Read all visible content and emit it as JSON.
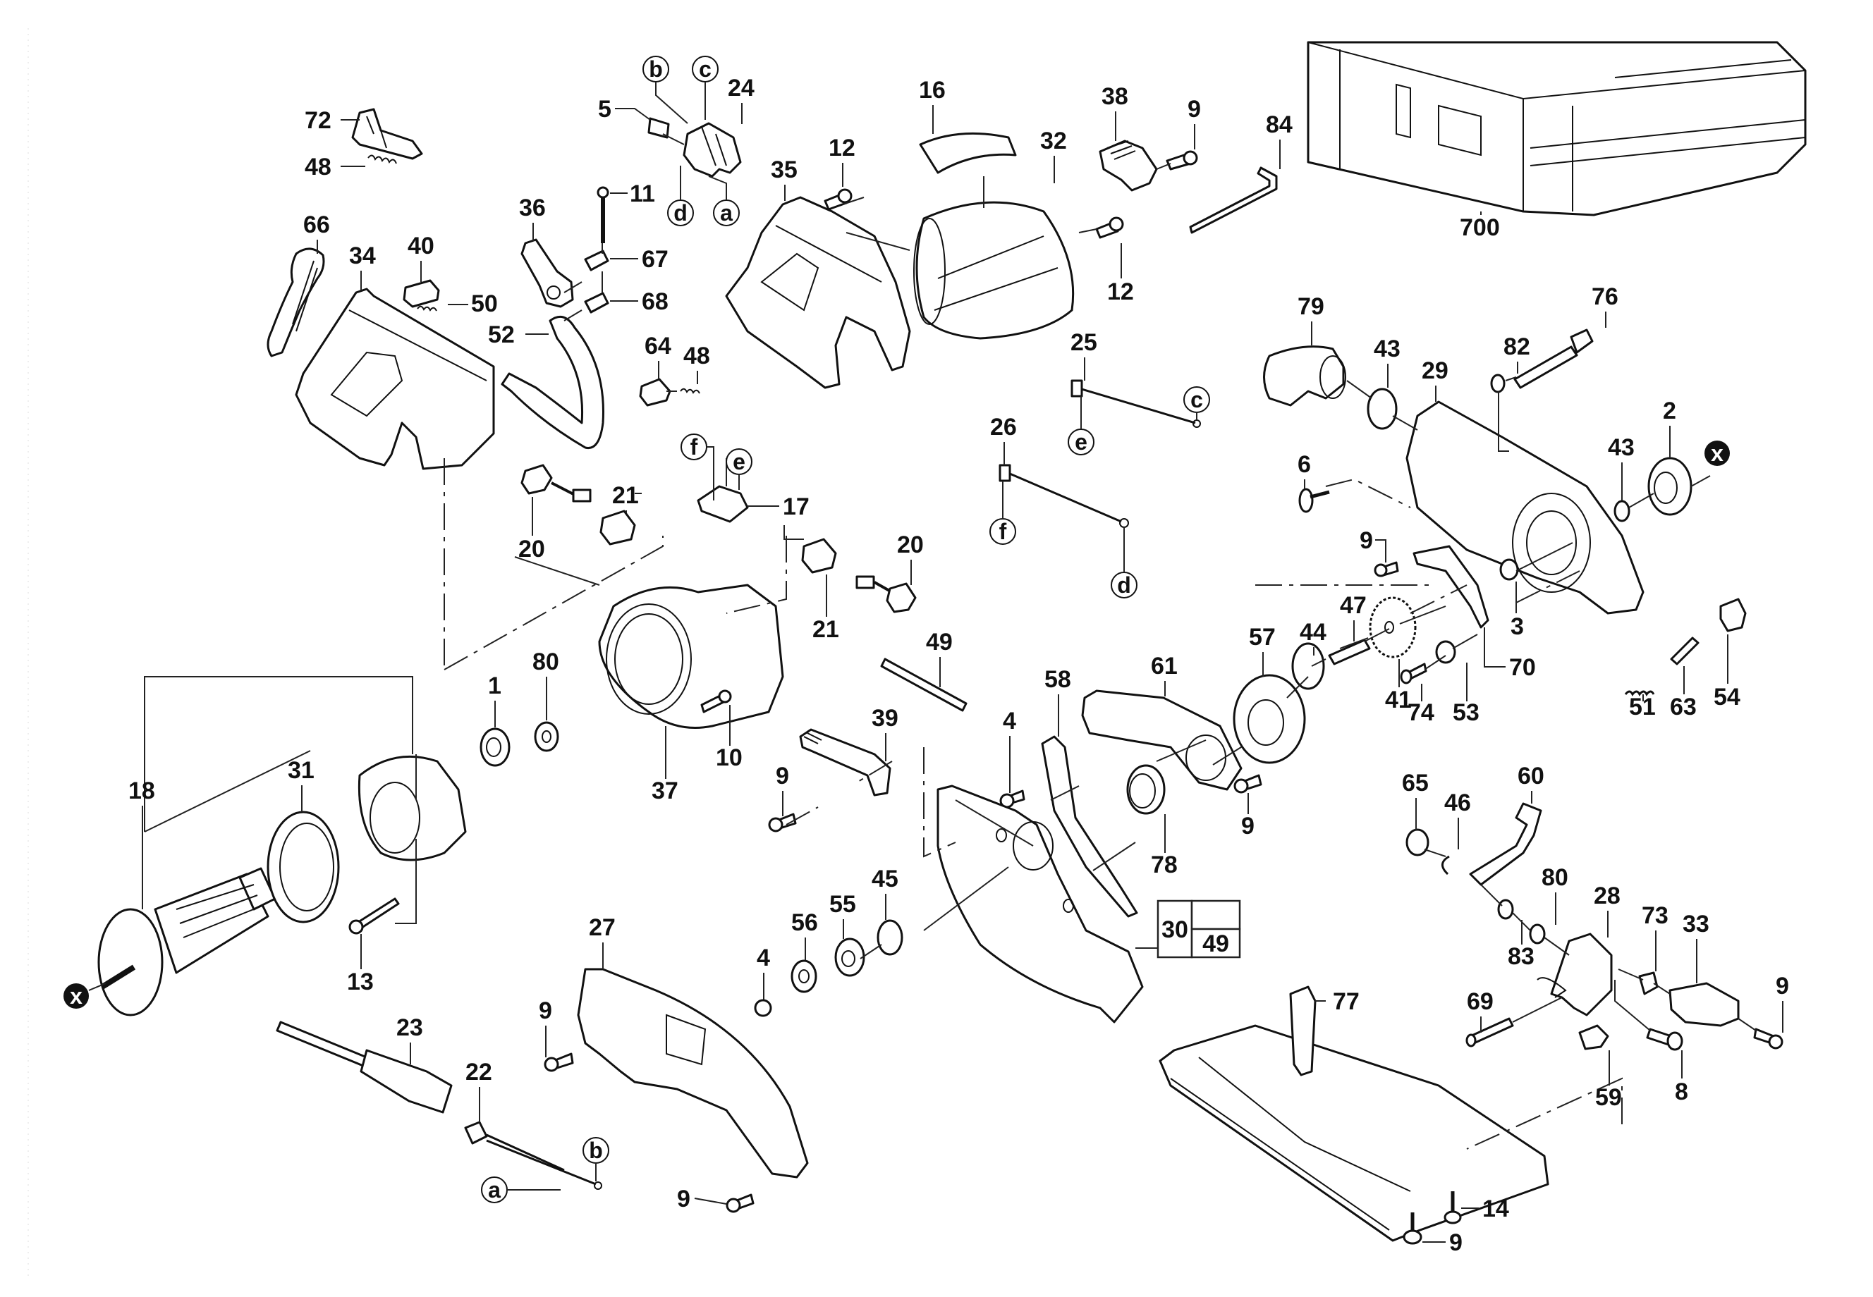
{
  "diagram": {
    "type": "exploded-parts-diagram",
    "subject": "circular saw",
    "callouts": [
      {
        "id": "72",
        "label": "72"
      },
      {
        "id": "48a",
        "label": "48"
      },
      {
        "id": "66",
        "label": "66"
      },
      {
        "id": "34",
        "label": "34"
      },
      {
        "id": "40",
        "label": "40"
      },
      {
        "id": "50",
        "label": "50"
      },
      {
        "id": "52",
        "label": "52"
      },
      {
        "id": "36",
        "label": "36"
      },
      {
        "id": "11",
        "label": "11"
      },
      {
        "id": "67",
        "label": "67"
      },
      {
        "id": "68",
        "label": "68"
      },
      {
        "id": "5",
        "label": "5"
      },
      {
        "id": "24",
        "label": "24"
      },
      {
        "id": "35",
        "label": "35"
      },
      {
        "id": "16",
        "label": "16"
      },
      {
        "id": "32",
        "label": "32"
      },
      {
        "id": "12a",
        "label": "12"
      },
      {
        "id": "38",
        "label": "38"
      },
      {
        "id": "9a",
        "label": "9"
      },
      {
        "id": "84",
        "label": "84"
      },
      {
        "id": "12b",
        "label": "12"
      },
      {
        "id": "700",
        "label": "700"
      },
      {
        "id": "64",
        "label": "64"
      },
      {
        "id": "48b",
        "label": "48"
      },
      {
        "id": "17",
        "label": "17"
      },
      {
        "id": "25",
        "label": "25"
      },
      {
        "id": "26",
        "label": "26"
      },
      {
        "id": "79",
        "label": "79"
      },
      {
        "id": "43a",
        "label": "43"
      },
      {
        "id": "29",
        "label": "29"
      },
      {
        "id": "82",
        "label": "82"
      },
      {
        "id": "76",
        "label": "76"
      },
      {
        "id": "2",
        "label": "2"
      },
      {
        "id": "43b",
        "label": "43"
      },
      {
        "id": "6",
        "label": "6"
      },
      {
        "id": "9b",
        "label": "9"
      },
      {
        "id": "3",
        "label": "3"
      },
      {
        "id": "47",
        "label": "47"
      },
      {
        "id": "44",
        "label": "44"
      },
      {
        "id": "57",
        "label": "57"
      },
      {
        "id": "41",
        "label": "41"
      },
      {
        "id": "74",
        "label": "74"
      },
      {
        "id": "53",
        "label": "53"
      },
      {
        "id": "70",
        "label": "70"
      },
      {
        "id": "54",
        "label": "54"
      },
      {
        "id": "63",
        "label": "63"
      },
      {
        "id": "51",
        "label": "51"
      },
      {
        "id": "20a",
        "label": "20"
      },
      {
        "id": "21a",
        "label": "21"
      },
      {
        "id": "21b",
        "label": "21"
      },
      {
        "id": "20b",
        "label": "20"
      },
      {
        "id": "49a",
        "label": "49"
      },
      {
        "id": "1",
        "label": "1"
      },
      {
        "id": "80a",
        "label": "80"
      },
      {
        "id": "37",
        "label": "37"
      },
      {
        "id": "10",
        "label": "10"
      },
      {
        "id": "39",
        "label": "39"
      },
      {
        "id": "9c",
        "label": "9"
      },
      {
        "id": "58",
        "label": "58"
      },
      {
        "id": "61",
        "label": "61"
      },
      {
        "id": "4a",
        "label": "4"
      },
      {
        "id": "9d",
        "label": "9"
      },
      {
        "id": "78",
        "label": "78"
      },
      {
        "id": "18",
        "label": "18"
      },
      {
        "id": "31",
        "label": "31"
      },
      {
        "id": "13",
        "label": "13"
      },
      {
        "id": "27",
        "label": "27"
      },
      {
        "id": "56",
        "label": "56"
      },
      {
        "id": "55",
        "label": "55"
      },
      {
        "id": "45",
        "label": "45"
      },
      {
        "id": "4b",
        "label": "4"
      },
      {
        "id": "9e",
        "label": "9"
      },
      {
        "id": "23",
        "label": "23"
      },
      {
        "id": "22",
        "label": "22"
      },
      {
        "id": "9f",
        "label": "9"
      },
      {
        "id": "77",
        "label": "77"
      },
      {
        "id": "65",
        "label": "65"
      },
      {
        "id": "46",
        "label": "46"
      },
      {
        "id": "60",
        "label": "60"
      },
      {
        "id": "80b",
        "label": "80"
      },
      {
        "id": "28",
        "label": "28"
      },
      {
        "id": "73",
        "label": "73"
      },
      {
        "id": "33",
        "label": "33"
      },
      {
        "id": "9g",
        "label": "9"
      },
      {
        "id": "83",
        "label": "83"
      },
      {
        "id": "69",
        "label": "69"
      },
      {
        "id": "59",
        "label": "59"
      },
      {
        "id": "8",
        "label": "8"
      },
      {
        "id": "14",
        "label": "14"
      },
      {
        "id": "9h",
        "label": "9"
      }
    ],
    "connector_letters": {
      "b_top": "b",
      "c_top": "c",
      "d_top": "d",
      "a_top": "a",
      "f_mid": "f",
      "e_mid": "e",
      "e_right": "e",
      "c_right": "c",
      "f_right": "f",
      "d_right": "d",
      "b_bottom": "b",
      "a_bottom": "a"
    },
    "junction_markers": {
      "x_left": "x",
      "x_right": "x"
    },
    "kit_box": {
      "main": "30",
      "sub_top": "",
      "sub_bottom": "49"
    }
  }
}
